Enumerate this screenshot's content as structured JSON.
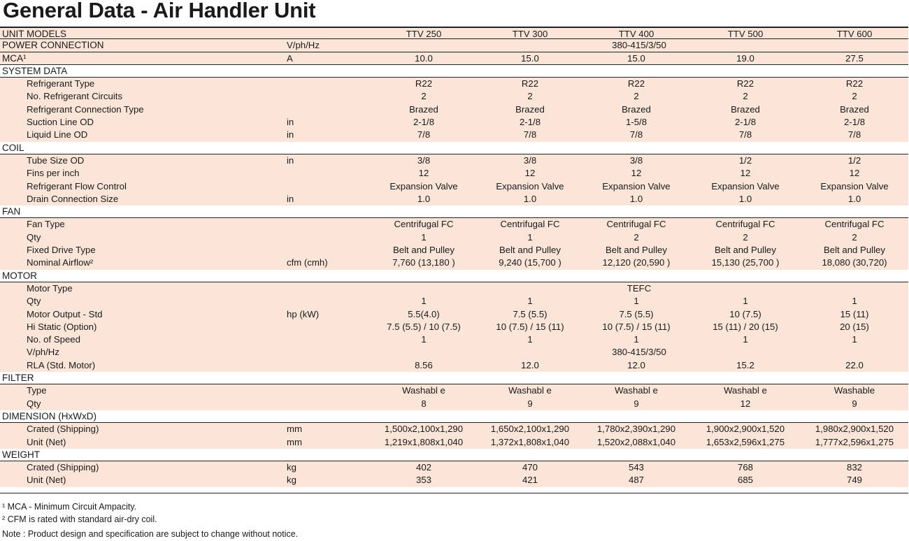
{
  "title": "General Data - Air Handler Unit",
  "header": {
    "label": "UNIT MODELS",
    "models": [
      "TTV 250",
      "TTV 300",
      "TTV 400",
      "TTV 500",
      "TTV 600"
    ]
  },
  "rows": [
    {
      "kind": "top",
      "label": "POWER CONNECTION",
      "unit": "V/ph/Hz",
      "span": "380-415/3/50"
    },
    {
      "kind": "top",
      "label": "MCA¹",
      "unit": "A",
      "values": [
        "10.0",
        "15.0",
        "15.0",
        "19.0",
        "27.5"
      ]
    },
    {
      "kind": "sec",
      "label": "SYSTEM DATA"
    },
    {
      "kind": "data",
      "label": "Refrigerant Type",
      "unit": "",
      "values": [
        "R22",
        "R22",
        "R22",
        "R22",
        "R22"
      ]
    },
    {
      "kind": "data",
      "label": "No. Refrigerant Circuits",
      "unit": "",
      "values": [
        "2",
        "2",
        "2",
        "2",
        "2"
      ]
    },
    {
      "kind": "data",
      "label": "Refrigerant Connection Type",
      "unit": "",
      "values": [
        "Brazed",
        "Brazed",
        "Brazed",
        "Brazed",
        "Brazed"
      ]
    },
    {
      "kind": "data",
      "label": "Suction Line OD",
      "unit": "in",
      "values": [
        "2-1/8",
        "2-1/8",
        "1-5/8",
        "2-1/8",
        "2-1/8"
      ]
    },
    {
      "kind": "data",
      "label": "Liquid Line OD",
      "unit": "in",
      "values": [
        "7/8",
        "7/8",
        "7/8",
        "7/8",
        "7/8"
      ]
    },
    {
      "kind": "sec",
      "label": "COIL"
    },
    {
      "kind": "data",
      "label": "Tube Size OD",
      "unit": "in",
      "values": [
        "3/8",
        "3/8",
        "3/8",
        "1/2",
        "1/2"
      ]
    },
    {
      "kind": "data",
      "label": "Fins per inch",
      "unit": "",
      "values": [
        "12",
        "12",
        "12",
        "12",
        "12"
      ]
    },
    {
      "kind": "data",
      "label": "Refrigerant Flow Control",
      "unit": "",
      "values": [
        "Expansion Valve",
        "Expansion Valve",
        "Expansion Valve",
        "Expansion Valve",
        "Expansion Valve"
      ]
    },
    {
      "kind": "data",
      "label": "Drain Connection Size",
      "unit": "in",
      "values": [
        "1.0",
        "1.0",
        "1.0",
        "1.0",
        "1.0"
      ]
    },
    {
      "kind": "sec",
      "label": "FAN"
    },
    {
      "kind": "data",
      "label": "Fan Type",
      "unit": "",
      "values": [
        "Centrifugal FC",
        "Centrifugal FC",
        "Centrifugal FC",
        "Centrifugal FC",
        "Centrifugal FC"
      ]
    },
    {
      "kind": "data",
      "label": "Qty",
      "unit": "",
      "values": [
        "1",
        "1",
        "2",
        "2",
        "2"
      ]
    },
    {
      "kind": "data",
      "label": "Fixed Drive Type",
      "unit": "",
      "values": [
        "Belt and Pulley",
        "Belt and Pulley",
        "Belt and Pulley",
        "Belt and Pulley",
        "Belt and Pulley"
      ]
    },
    {
      "kind": "data",
      "label": "Nominal Airflow²",
      "unit": "cfm (cmh)",
      "values": [
        "7,760 (13,180 )",
        "9,240 (15,700 )",
        "12,120 (20,590 )",
        "15,130 (25,700 )",
        "18,080 (30,720)"
      ]
    },
    {
      "kind": "sec",
      "label": "MOTOR"
    },
    {
      "kind": "data",
      "label": "Motor Type",
      "unit": "",
      "span": "TEFC"
    },
    {
      "kind": "data",
      "label": "Qty",
      "unit": "",
      "values": [
        "1",
        "1",
        "1",
        "1",
        "1"
      ]
    },
    {
      "kind": "data",
      "label": "Motor Output - Std",
      "unit": "hp (kW)",
      "values": [
        "5.5(4.0)",
        "7.5 (5.5)",
        "7.5 (5.5)",
        "10 (7.5)",
        "15 (11)"
      ]
    },
    {
      "kind": "data",
      "label": "Hi Static (Option)",
      "unit": "",
      "values": [
        "7.5 (5.5) / 10 (7.5)",
        "10 (7.5) / 15 (11)",
        "10 (7.5) / 15 (11)",
        "15 (11) / 20 (15)",
        "20 (15)"
      ]
    },
    {
      "kind": "data",
      "label": "No. of Speed",
      "unit": "",
      "values": [
        "1",
        "1",
        "1",
        "1",
        "1"
      ]
    },
    {
      "kind": "data",
      "label": "V/ph/Hz",
      "unit": "",
      "span": "380-415/3/50"
    },
    {
      "kind": "data",
      "label": "RLA (Std. Motor)",
      "unit": "",
      "values": [
        "8.56",
        "12.0",
        "12.0",
        "15.2",
        "22.0"
      ]
    },
    {
      "kind": "sec",
      "label": "FILTER"
    },
    {
      "kind": "data",
      "label": "Type",
      "unit": "",
      "values": [
        "Washabl e",
        "Washabl e",
        "Washabl e",
        "Washabl e",
        "Washable"
      ]
    },
    {
      "kind": "data",
      "label": "Qty",
      "unit": "",
      "values": [
        "8",
        "9",
        "9",
        "12",
        "9"
      ]
    },
    {
      "kind": "sec",
      "label": "DIMENSION (HxWxD)"
    },
    {
      "kind": "data",
      "label": "Crated (Shipping)",
      "unit": "mm",
      "values": [
        "1,500x2,100x1,290",
        "1,650x2,100x1,290",
        "1,780x2,390x1,290",
        "1,900x2,900x1,520",
        "1,980x2,900x1,520"
      ]
    },
    {
      "kind": "data",
      "label": "Unit (Net)",
      "unit": "mm",
      "values": [
        "1,219x1,808x1,040",
        "1,372x1,808x1,040",
        "1,520x2,088x1,040",
        "1,653x2,596x1,275",
        "1,777x2,596x1,275"
      ]
    },
    {
      "kind": "sec",
      "label": "WEIGHT"
    },
    {
      "kind": "data",
      "label": "Crated (Shipping)",
      "unit": "kg",
      "values": [
        "402",
        "470",
        "543",
        "768",
        "832"
      ]
    },
    {
      "kind": "data",
      "label": "Unit (Net)",
      "unit": "kg",
      "values": [
        "353",
        "421",
        "487",
        "685",
        "749"
      ]
    }
  ],
  "notes": [
    "¹ MCA - Minimum Circuit Ampacity.",
    "² CFM is rated with standard air-dry coil.",
    "Note :   Product design and specification are subject to change without notice."
  ],
  "colors": {
    "row_fill": "#fbe4d8",
    "rule": "#222222"
  }
}
